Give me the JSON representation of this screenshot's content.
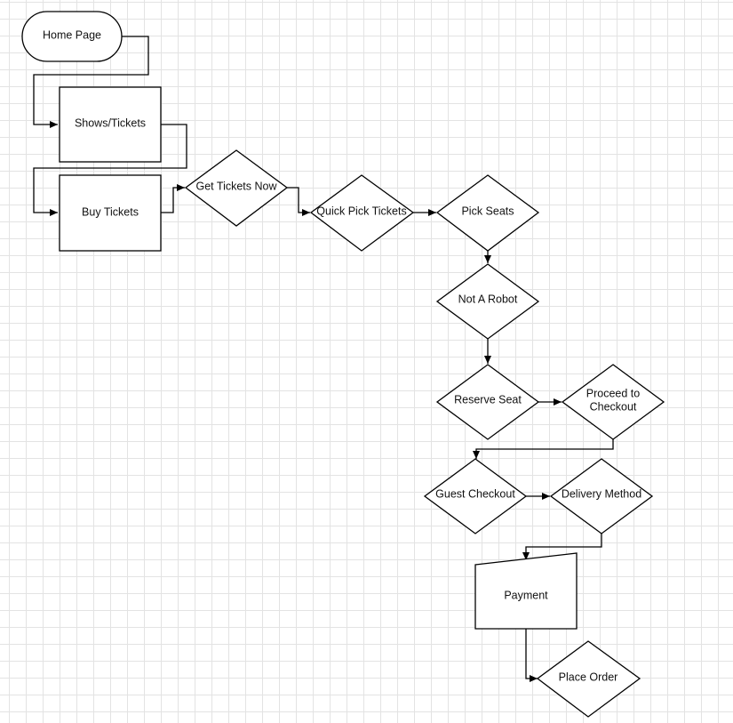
{
  "diagram": {
    "type": "flowchart",
    "nodes": {
      "home_page": "Home Page",
      "shows_tickets": "Shows/Tickets",
      "buy_tickets": "Buy Tickets",
      "get_tickets_now": "Get Tickets Now",
      "quick_pick_tickets": "Quick Pick Tickets",
      "pick_seats": "Pick Seats",
      "not_a_robot": "Not A Robot",
      "reserve_seat": "Reserve Seat",
      "proceed_to_checkout_line1": "Proceed to",
      "proceed_to_checkout_line2": "Checkout",
      "guest_checkout": "Guest Checkout",
      "delivery_method": "Delivery Method",
      "payment": "Payment",
      "place_order": "Place Order"
    },
    "edges": [
      [
        "home_page",
        "shows_tickets"
      ],
      [
        "shows_tickets",
        "buy_tickets"
      ],
      [
        "buy_tickets",
        "get_tickets_now"
      ],
      [
        "get_tickets_now",
        "quick_pick_tickets"
      ],
      [
        "quick_pick_tickets",
        "pick_seats"
      ],
      [
        "pick_seats",
        "not_a_robot"
      ],
      [
        "not_a_robot",
        "reserve_seat"
      ],
      [
        "reserve_seat",
        "proceed_to_checkout"
      ],
      [
        "proceed_to_checkout",
        "guest_checkout"
      ],
      [
        "guest_checkout",
        "delivery_method"
      ],
      [
        "delivery_method",
        "payment"
      ],
      [
        "payment",
        "place_order"
      ]
    ]
  },
  "colors": {
    "stroke": "#000000",
    "fill": "#ffffff",
    "grid": "#e3e3e3"
  }
}
